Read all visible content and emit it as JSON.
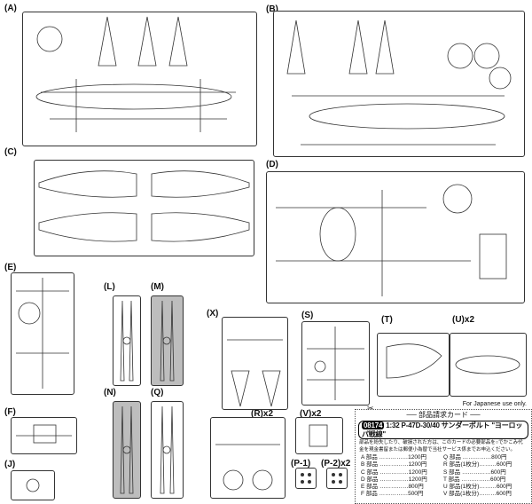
{
  "sprues": [
    {
      "id": "A",
      "label": "(A)"
    },
    {
      "id": "B",
      "label": "(B)"
    },
    {
      "id": "C",
      "label": "(C)"
    },
    {
      "id": "D",
      "label": "(D)"
    },
    {
      "id": "E",
      "label": "(E)"
    },
    {
      "id": "L",
      "label": "(L)"
    },
    {
      "id": "M",
      "label": "(M)"
    },
    {
      "id": "X",
      "label": "(X)"
    },
    {
      "id": "S",
      "label": "(S)"
    },
    {
      "id": "T",
      "label": "(T)"
    },
    {
      "id": "U",
      "label": "(U)x2"
    },
    {
      "id": "N",
      "label": "(N)"
    },
    {
      "id": "Q",
      "label": "(Q)"
    },
    {
      "id": "R",
      "label": "(R)x2"
    },
    {
      "id": "V",
      "label": "(V)x2"
    },
    {
      "id": "F",
      "label": "(F)"
    },
    {
      "id": "J",
      "label": "(J)"
    },
    {
      "id": "P1",
      "label": "(P-1)"
    },
    {
      "id": "P2",
      "label": "(P-2)x2"
    }
  ],
  "order_card": {
    "note": "For Japanese use only.",
    "title": "── 部品請求カード ──",
    "product_code": "08174",
    "scale": "1:32",
    "product_name": "P-47D-30/40 サンダーボルト \"ヨーロッパ戦線\"",
    "description": "部品を紛失したり、破損された方は、このカードの必要部品を○でかこみ代金を現金書留または郵便小為替で当社サービス係までお申込ください。",
    "prices": [
      [
        "A 部品 ……………1200円",
        "Q 部品 ……………800円"
      ],
      [
        "B 部品 ……………1200円",
        "R 部品(1枚分)………600円"
      ],
      [
        "C 部品 ……………1200円",
        "S 部品 ……………600円"
      ],
      [
        "D 部品 ……………1200円",
        "T 部品 ……………600円"
      ],
      [
        "E 部品 ……………800円",
        "U 部品(1枚分)………600円"
      ],
      [
        "F 部品 ……………500円",
        "V 部品(1枚分)………600円"
      ]
    ]
  }
}
